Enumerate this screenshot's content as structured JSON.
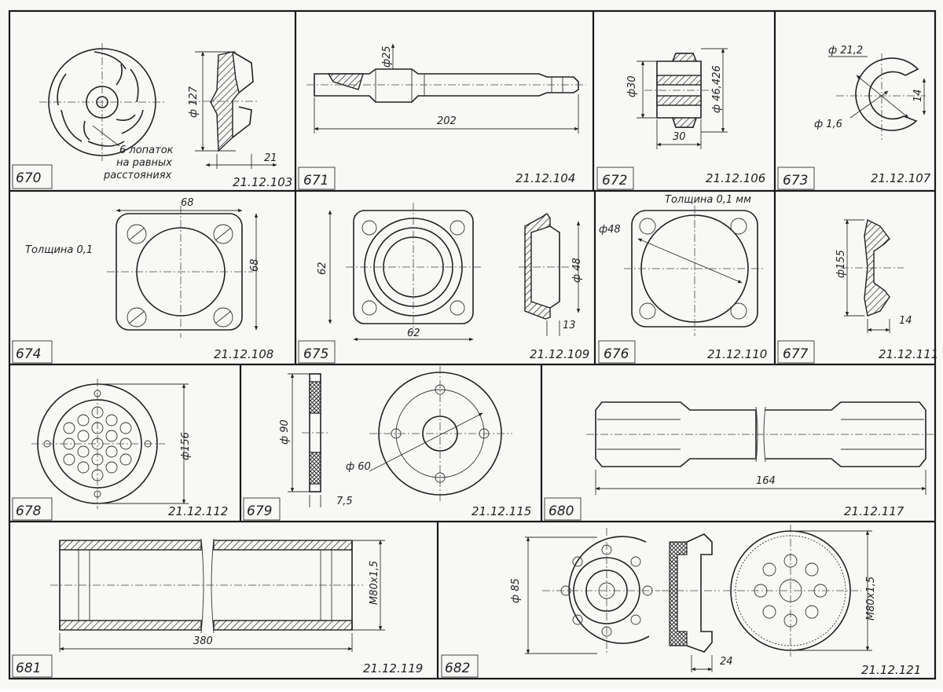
{
  "panels": [
    {
      "num": "670",
      "code": "21.12.103",
      "dims": {
        "d": "ф 127",
        "l": "21"
      },
      "note": [
        "6 лопаток",
        "на равных",
        "расстояниях"
      ]
    },
    {
      "num": "671",
      "code": "21.12.104",
      "dims": {
        "d": "ф25",
        "l": "202"
      }
    },
    {
      "num": "672",
      "code": "21.12.106",
      "dims": {
        "d1": "ф30",
        "d2": "ф 46,426",
        "l": "30"
      }
    },
    {
      "num": "673",
      "code": "21.12.107",
      "dims": {
        "d1": "ф 21,2",
        "d2": "ф 1,6",
        "l": "14"
      }
    },
    {
      "num": "674",
      "code": "21.12.108",
      "dims": {
        "w": "68",
        "h": "68"
      },
      "note": [
        "Толщина 0,1"
      ]
    },
    {
      "num": "675",
      "code": "21.12.109",
      "dims": {
        "h": "62",
        "w": "62",
        "d": "ф 48",
        "l": "13"
      }
    },
    {
      "num": "676",
      "code": "21.12.110",
      "dims": {
        "d": "ф48"
      },
      "note": [
        "Толщина 0,1 мм"
      ]
    },
    {
      "num": "677",
      "code": "21.12.111",
      "dims": {
        "d": "ф155",
        "l": "14"
      }
    },
    {
      "num": "678",
      "code": "21.12.112",
      "dims": {
        "d": "ф156"
      }
    },
    {
      "num": "679",
      "code": "21.12.115",
      "dims": {
        "d1": "ф 90",
        "d2": "ф 60",
        "l": "7,5"
      }
    },
    {
      "num": "680",
      "code": "21.12.117",
      "dims": {
        "l": "164"
      }
    },
    {
      "num": "681",
      "code": "21.12.119",
      "dims": {
        "thread": "М80х1,5",
        "l": "380"
      }
    },
    {
      "num": "682",
      "code": "21.12.121",
      "dims": {
        "d": "ф 85",
        "thread": "М80х1,5",
        "l": "24"
      }
    }
  ]
}
